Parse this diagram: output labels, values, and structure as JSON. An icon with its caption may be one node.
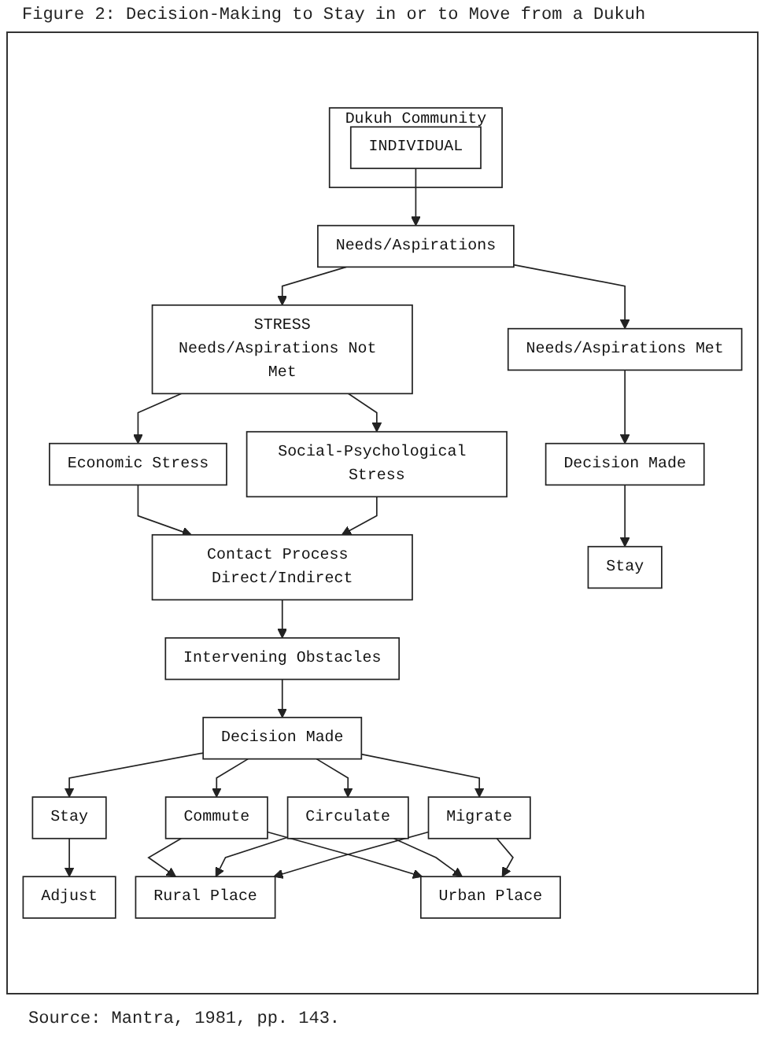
{
  "diagram": {
    "title": "Figure 2: Decision-Making to Stay in or to Move from a Dukuh",
    "caption": "Source: Mantra, 1981, pp. 143.",
    "nodes": [
      {
        "text": [
          "Dukuh Community"
        ]
      },
      {
        "text": [
          "INDIVIDUAL"
        ],
        "in": 0
      },
      {
        "text": [
          "Needs/Aspirations"
        ]
      },
      {
        "text": [
          "Needs/Aspirations Met"
        ]
      },
      {
        "text": [
          "STRESS",
          "Needs/Aspirations Not Met"
        ]
      },
      {
        "text": [
          "Economic Stress"
        ]
      },
      {
        "text": [
          "Social-Psychological Stress"
        ]
      },
      {
        "text": [
          "Contact Process Direct/Indirect"
        ]
      },
      {
        "text": [
          "Intervening Obstacles"
        ]
      },
      {
        "text": [
          "Decision Made"
        ]
      },
      {
        "text": [
          "Stay"
        ]
      },
      {
        "text": [
          "Decision Made"
        ]
      },
      {
        "text": [
          "Stay"
        ]
      },
      {
        "text": [
          "Commute"
        ]
      },
      {
        "text": [
          "Circulate"
        ]
      },
      {
        "text": [
          "Migrate"
        ]
      },
      {
        "text": [
          "Adjust"
        ]
      },
      {
        "text": [
          "Rural Place"
        ]
      },
      {
        "text": [
          "Urban Place"
        ]
      }
    ],
    "edges": [
      {
        "from": 1,
        "to": 2,
        "arrow": "to"
      },
      {
        "from": 2,
        "to": 3,
        "arrow": "to"
      },
      {
        "from": 2,
        "to": 4,
        "arrow": "to"
      },
      {
        "from": 3,
        "to": 9,
        "arrow": "to"
      },
      {
        "from": 9,
        "to": 10,
        "arrow": "to"
      },
      {
        "from": 4,
        "to": 5,
        "arrow": "to"
      },
      {
        "from": 4,
        "to": 6,
        "arrow": "to"
      },
      {
        "from": 5,
        "to": 7,
        "arrow": "to"
      },
      {
        "from": 6,
        "to": 7,
        "arrow": "to"
      },
      {
        "from": 7,
        "to": 8,
        "arrow": "to"
      },
      {
        "from": 8,
        "to": 11,
        "arrow": "to"
      },
      {
        "from": 11,
        "to": 12,
        "arrow": "to"
      },
      {
        "from": 11,
        "to": 13,
        "arrow": "to"
      },
      {
        "from": 11,
        "to": 14,
        "arrow": "to"
      },
      {
        "from": 11,
        "to": 15,
        "arrow": "to"
      },
      {
        "from": 12,
        "to": 16,
        "arrow": "to"
      },
      {
        "from": 13,
        "to": 17,
        "arrow": "to"
      },
      {
        "from": 13,
        "to": 18,
        "arrow": "to"
      },
      {
        "from": 14,
        "to": 17,
        "arrow": "to"
      },
      {
        "from": 14,
        "to": 18,
        "arrow": "to"
      },
      {
        "from": 15,
        "to": 17,
        "arrow": "to"
      },
      {
        "from": 15,
        "to": 18,
        "arrow": "to"
      }
    ]
  }
}
